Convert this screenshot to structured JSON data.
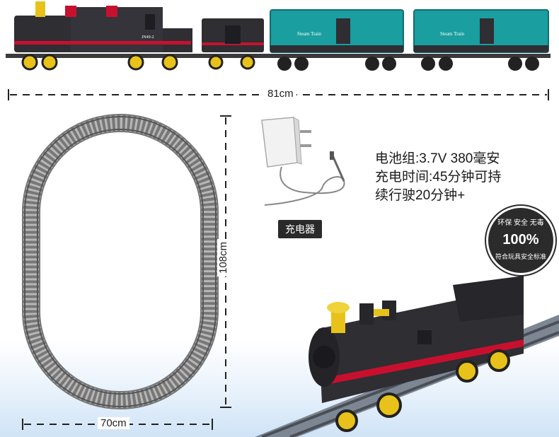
{
  "dimensions": {
    "train_length": "81cm",
    "track_height": "108cm",
    "track_width": "70cm"
  },
  "specs": {
    "line1": "电池组:3.7V 380毫安",
    "line2": "充电时间:45分钟可持",
    "line3": "续行驶20分钟+"
  },
  "charger": {
    "label": "充电器"
  },
  "badge": {
    "top_text": "环保 安全 无毒",
    "main_text": "100%",
    "bottom_text": "符合玩具安全标准"
  },
  "train": {
    "car_label": "Steam Train",
    "loco_plate": "JN49-2"
  },
  "colors": {
    "loco_body": "#2e2e33",
    "stripe_red": "#c8102e",
    "wagon_teal": "#1a9ea0",
    "wheel_yellow": "#e8c21a",
    "track_grey": "#8a8a8a"
  }
}
